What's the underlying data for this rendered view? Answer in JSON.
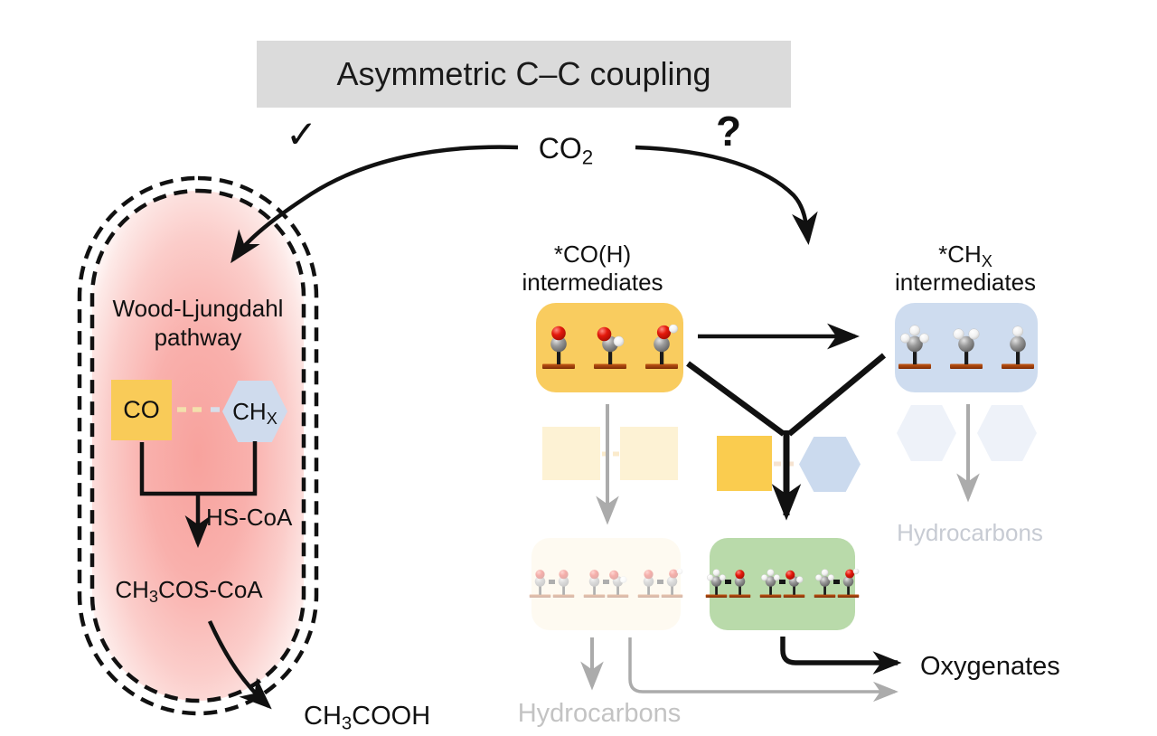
{
  "title": "Asymmetric C–C coupling",
  "annotations": {
    "check": "✓",
    "question": "?"
  },
  "co2": {
    "pre": "CO",
    "sub": "2"
  },
  "cell": {
    "pathway_l1": "Wood-Ljungdahl",
    "pathway_l2": "pathway",
    "co": "CO",
    "chx": {
      "pre": "CH",
      "sub": "X"
    },
    "hs_coa": "HS-CoA",
    "acetyl": {
      "pre": "CH",
      "sub": "3",
      "post": "COS-CoA"
    },
    "product": {
      "pre": "CH",
      "sub": "3",
      "post": "COOH"
    }
  },
  "right": {
    "co_label_l1": "*CO(H)",
    "co_label_l2": "intermediates",
    "chx_label": {
      "pre": "*CH",
      "sub": "X"
    },
    "chx_label_l2": "intermediates",
    "co_box_molecules": [
      "co",
      "cho",
      "coh"
    ],
    "chx_box_molecules": [
      "ch3",
      "ch2",
      "ch"
    ],
    "faded_pairs": [
      [
        "co",
        "co"
      ],
      [
        "co",
        "cho"
      ],
      [
        "co",
        "coh"
      ]
    ],
    "green_pairs": [
      [
        "ch3",
        "co"
      ],
      [
        "ch3",
        "cho"
      ],
      [
        "ch3",
        "coh"
      ]
    ],
    "hydrocarbons_right": "Hydrocarbons",
    "hydrocarbons_bottom": "Hydrocarbons",
    "oxygenates": "Oxygenates"
  },
  "colors": {
    "title_bg": "#dbdbdb",
    "cell_pink": "#F8A29D",
    "yellow_box": "#F9CC5F",
    "blue_box": "#CEDCEF",
    "green_box": "#B9DAAA",
    "faded_yellow": "#FDF3D7",
    "faded_blue": "#EEF2F9",
    "gray_arrow": "#ABABAB",
    "gray_text": "#C3C3C3"
  }
}
